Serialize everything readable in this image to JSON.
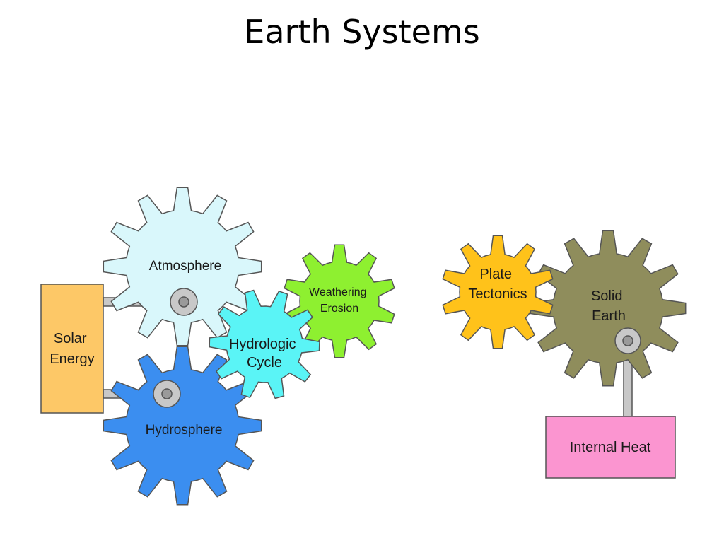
{
  "title": "Earth Systems",
  "colors": {
    "atmosphere": "#d9f7fb",
    "hydrosphere": "#3b8ef0",
    "hydrologic": "#5af4f6",
    "weathering": "#8ef030",
    "plate": "#ffc21a",
    "solid_earth": "#8f8d5c",
    "solar": "#fdc867",
    "internal_heat": "#fb95d0",
    "shaft": "#c8c8c8"
  },
  "gears": {
    "atmosphere": {
      "label": [
        "Atmosphere"
      ]
    },
    "hydrosphere": {
      "label": [
        "Hydrosphere"
      ]
    },
    "hydrologic": {
      "label": [
        "Hydrologic",
        "Cycle"
      ]
    },
    "weathering": {
      "label": [
        "Weathering",
        "Erosion"
      ]
    },
    "plate": {
      "label": [
        "Plate",
        "Tectonics"
      ]
    },
    "solid_earth": {
      "label": [
        "Solid",
        "Earth"
      ]
    }
  },
  "boxes": {
    "solar": {
      "label": [
        "Solar",
        "Energy"
      ]
    },
    "internal_heat": {
      "label": [
        "Internal Heat"
      ]
    }
  }
}
